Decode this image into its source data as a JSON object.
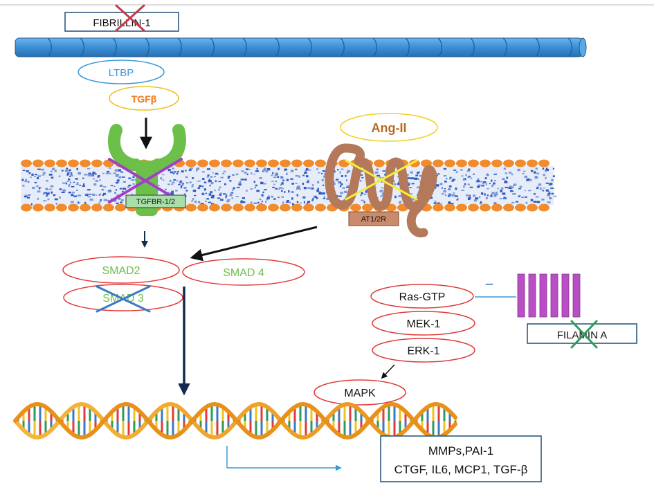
{
  "labels": {
    "fibrillin": "FIBRILLIN-1",
    "ltbp": "LTBP",
    "tgfb": "TGFβ",
    "ang_ii": "Ang-II",
    "tgfbr": "TGFBR-1/2",
    "at12r": "AT1/2R",
    "smad2": "SMAD2",
    "smad4": "SMAD 4",
    "smad3": "SMAD 3",
    "ras_gtp": "Ras-GTP",
    "mek1": "MEK-1",
    "erk1": "ERK-1",
    "mapk": "MAPK",
    "filamin": "FILAMIN A",
    "minus_sign": "−",
    "outputs_line1": "MMPs,PAI-1",
    "outputs_line2": "CTGF, IL6, MCP1, TGF-β"
  },
  "colors": {
    "fibrillin_fill": "#3a8fd6",
    "ltbp": "#3a9ad9",
    "tgfb": "#f0822e",
    "receptor_green": "#6cc04a",
    "purple_cross": "#a23fc4",
    "yellow_cross": "#f2ef3a",
    "at_receptor_brown": "#b3795a",
    "ang_ii_text": "#b86a1f",
    "smad_text": "#6cc04a",
    "pathway_oval_red": "#e03a3a",
    "filamin_purple": "#b84fc4",
    "green_cross": "#2e9a5c",
    "red_cross": "#c43a4a",
    "blue_cross": "#3a7ac4",
    "lipid_head": "#f08c2e",
    "lipid_tail": "#2e5bc4",
    "dna_backbone": "#f0a020"
  }
}
